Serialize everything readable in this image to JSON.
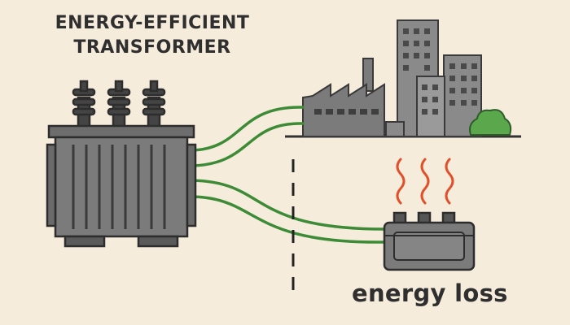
{
  "title": {
    "line1": "ENERGY-EFFICIENT",
    "line2": "TRANSFORMER"
  },
  "loss_label": "energy loss",
  "colors": {
    "background": "#f6ecdc",
    "wire": "#3d8b37",
    "body": "#7b7b7b",
    "outline": "#3a3a3a",
    "heat": "#e0502a",
    "tree": "#5ba84c"
  },
  "icons": [
    "transformer-icon",
    "factory-icon",
    "city-buildings-icon",
    "tree-icon",
    "heat-waves-icon",
    "junction-box-icon",
    "divider-dashed-line"
  ]
}
